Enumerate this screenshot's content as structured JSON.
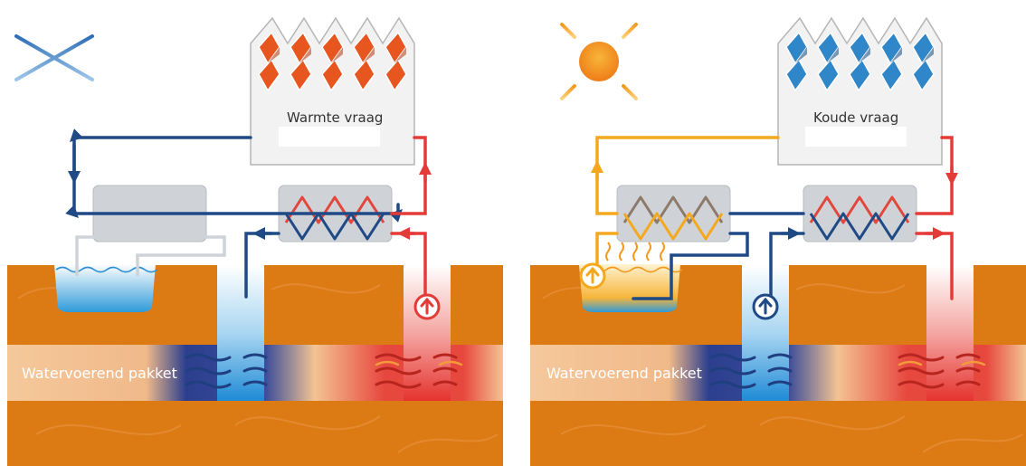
{
  "panels": [
    {
      "season": "winter",
      "season_icon": "snowflake-icon",
      "demand_label": "Warmte vraag",
      "aquifer_label": "Watervoerend pakket"
    },
    {
      "season": "summer",
      "season_icon": "sun-icon",
      "demand_label": "Koude vraag",
      "aquifer_label": "Watervoerend pakket"
    }
  ],
  "colors": {
    "soil": "#dc7a14",
    "aquifer": "#f3c393",
    "cold_pipe": "#1f4a86",
    "warm_pipe": "#e33b37",
    "solar_pipe": "#f4a81d",
    "unit_box": "#cfd3d8",
    "warm_glass": "#e8561f",
    "cold_glass": "#2f86c8",
    "snowflake": "#3f7fc1",
    "sun": "#f29a1f"
  }
}
